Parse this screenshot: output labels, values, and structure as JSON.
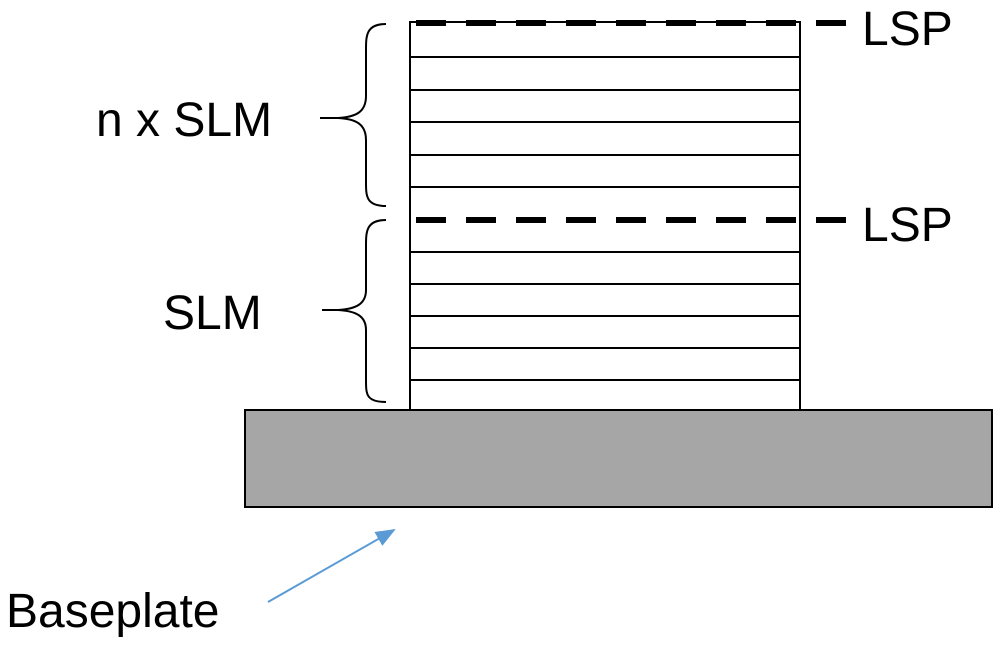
{
  "labels": {
    "lsp_top": "LSP",
    "lsp_mid": "LSP",
    "n_slm": "n x SLM",
    "slm": "SLM",
    "baseplate": "Baseplate"
  },
  "colors": {
    "stroke": "#000000",
    "baseplate_fill": "#a6a6a6",
    "arrow": "#5b9bd5",
    "background": "#ffffff"
  }
}
